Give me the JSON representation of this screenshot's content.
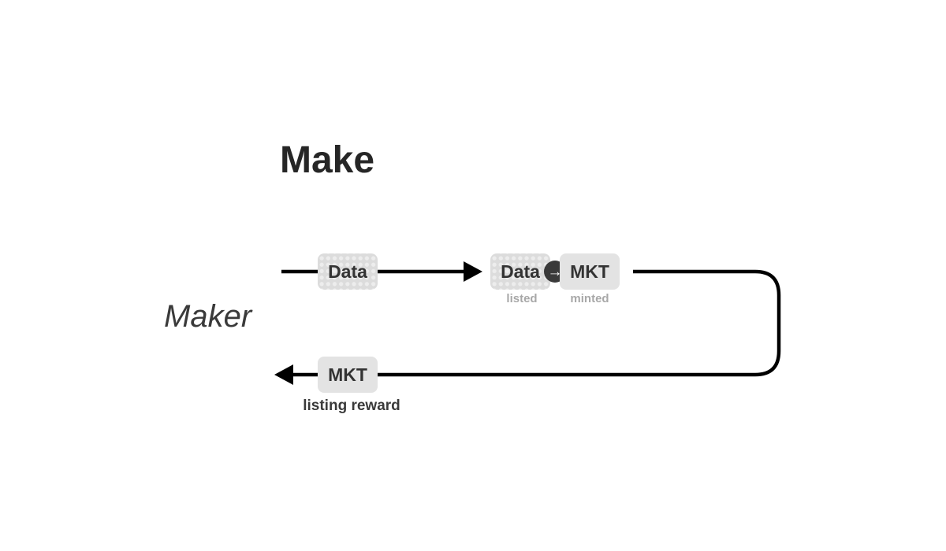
{
  "title": "Make",
  "actor": "Maker",
  "tokens": {
    "data_in": "Data",
    "data_listed": "Data",
    "mkt_minted": "MKT",
    "mkt_reward": "MKT"
  },
  "captions": {
    "listed": "listed",
    "minted": "minted",
    "reward": "listing reward"
  },
  "icons": {
    "convert": "arrow-right-circle-icon"
  },
  "colors": {
    "line": "#000000",
    "token_bg": "#e3e3e3",
    "text": "#333333",
    "caption_light": "#a8a8a8"
  }
}
